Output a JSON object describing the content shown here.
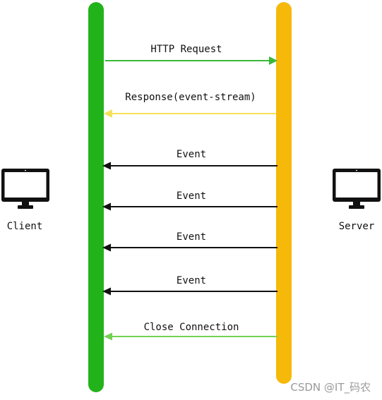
{
  "participants": {
    "client": {
      "label": "Client",
      "icon": "monitor-icon",
      "lifeline_color": "#22b31a"
    },
    "server": {
      "label": "Server",
      "icon": "monitor-icon",
      "lifeline_color": "#f6b90a"
    }
  },
  "messages": [
    {
      "label": "HTTP Request",
      "direction": "client-to-server",
      "color": "#3bb83a"
    },
    {
      "label": "Response(event-stream)",
      "direction": "server-to-client",
      "color": "#f5e15a"
    },
    {
      "label": "Event",
      "direction": "server-to-client",
      "color": "#111111"
    },
    {
      "label": "Event",
      "direction": "server-to-client",
      "color": "#111111"
    },
    {
      "label": "Event",
      "direction": "server-to-client",
      "color": "#111111"
    },
    {
      "label": "Event",
      "direction": "server-to-client",
      "color": "#111111"
    },
    {
      "label": "Close Connection",
      "direction": "server-to-client",
      "color": "#72d153"
    }
  ],
  "watermark": "CSDN @IT_码农"
}
